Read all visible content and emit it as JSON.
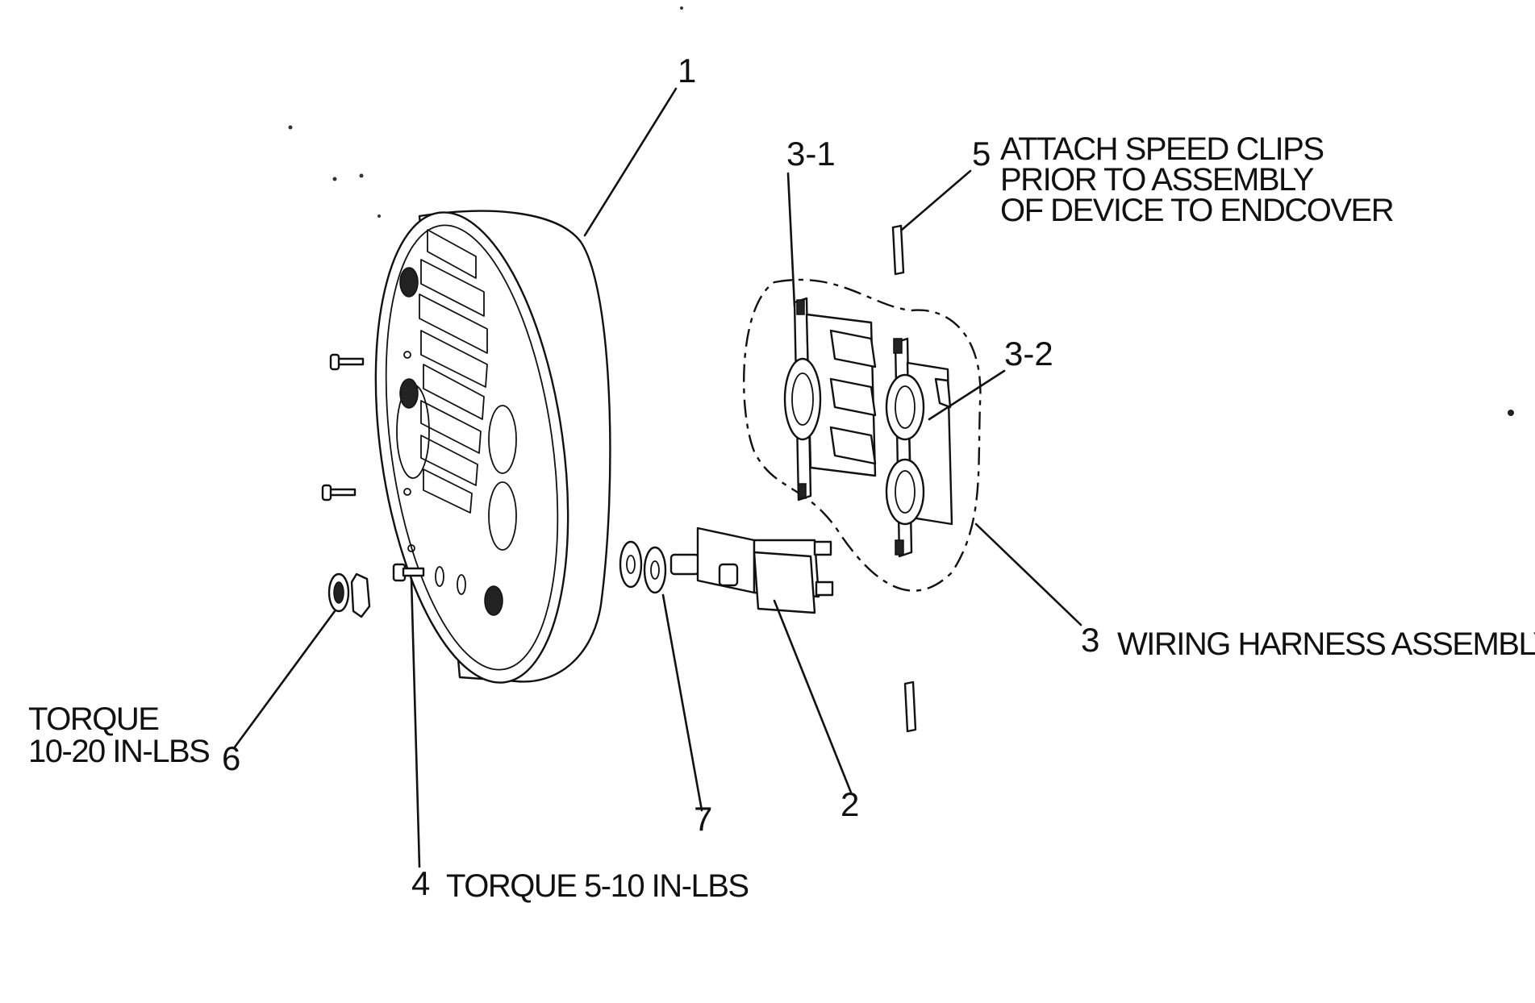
{
  "callouts": {
    "endcover": "1",
    "breaker": "2",
    "harness_num": "3",
    "harness_text": "WIRING HARNESS ASSEMBLY",
    "receptacle_twist": "3-1",
    "receptacle_duplex": "3-2",
    "screw_num": "4",
    "screw_text": "TORQUE 5-10 IN-LBS",
    "clip_num": "5",
    "clip_text_1": "ATTACH SPEED CLIPS",
    "clip_text_2": "PRIOR TO ASSEMBLY",
    "clip_text_3": "OF DEVICE TO ENDCOVER",
    "nut_num": "6",
    "nut_text_1": "TORQUE",
    "nut_text_2": "10-20 IN-LBS",
    "washer_num": "7"
  }
}
